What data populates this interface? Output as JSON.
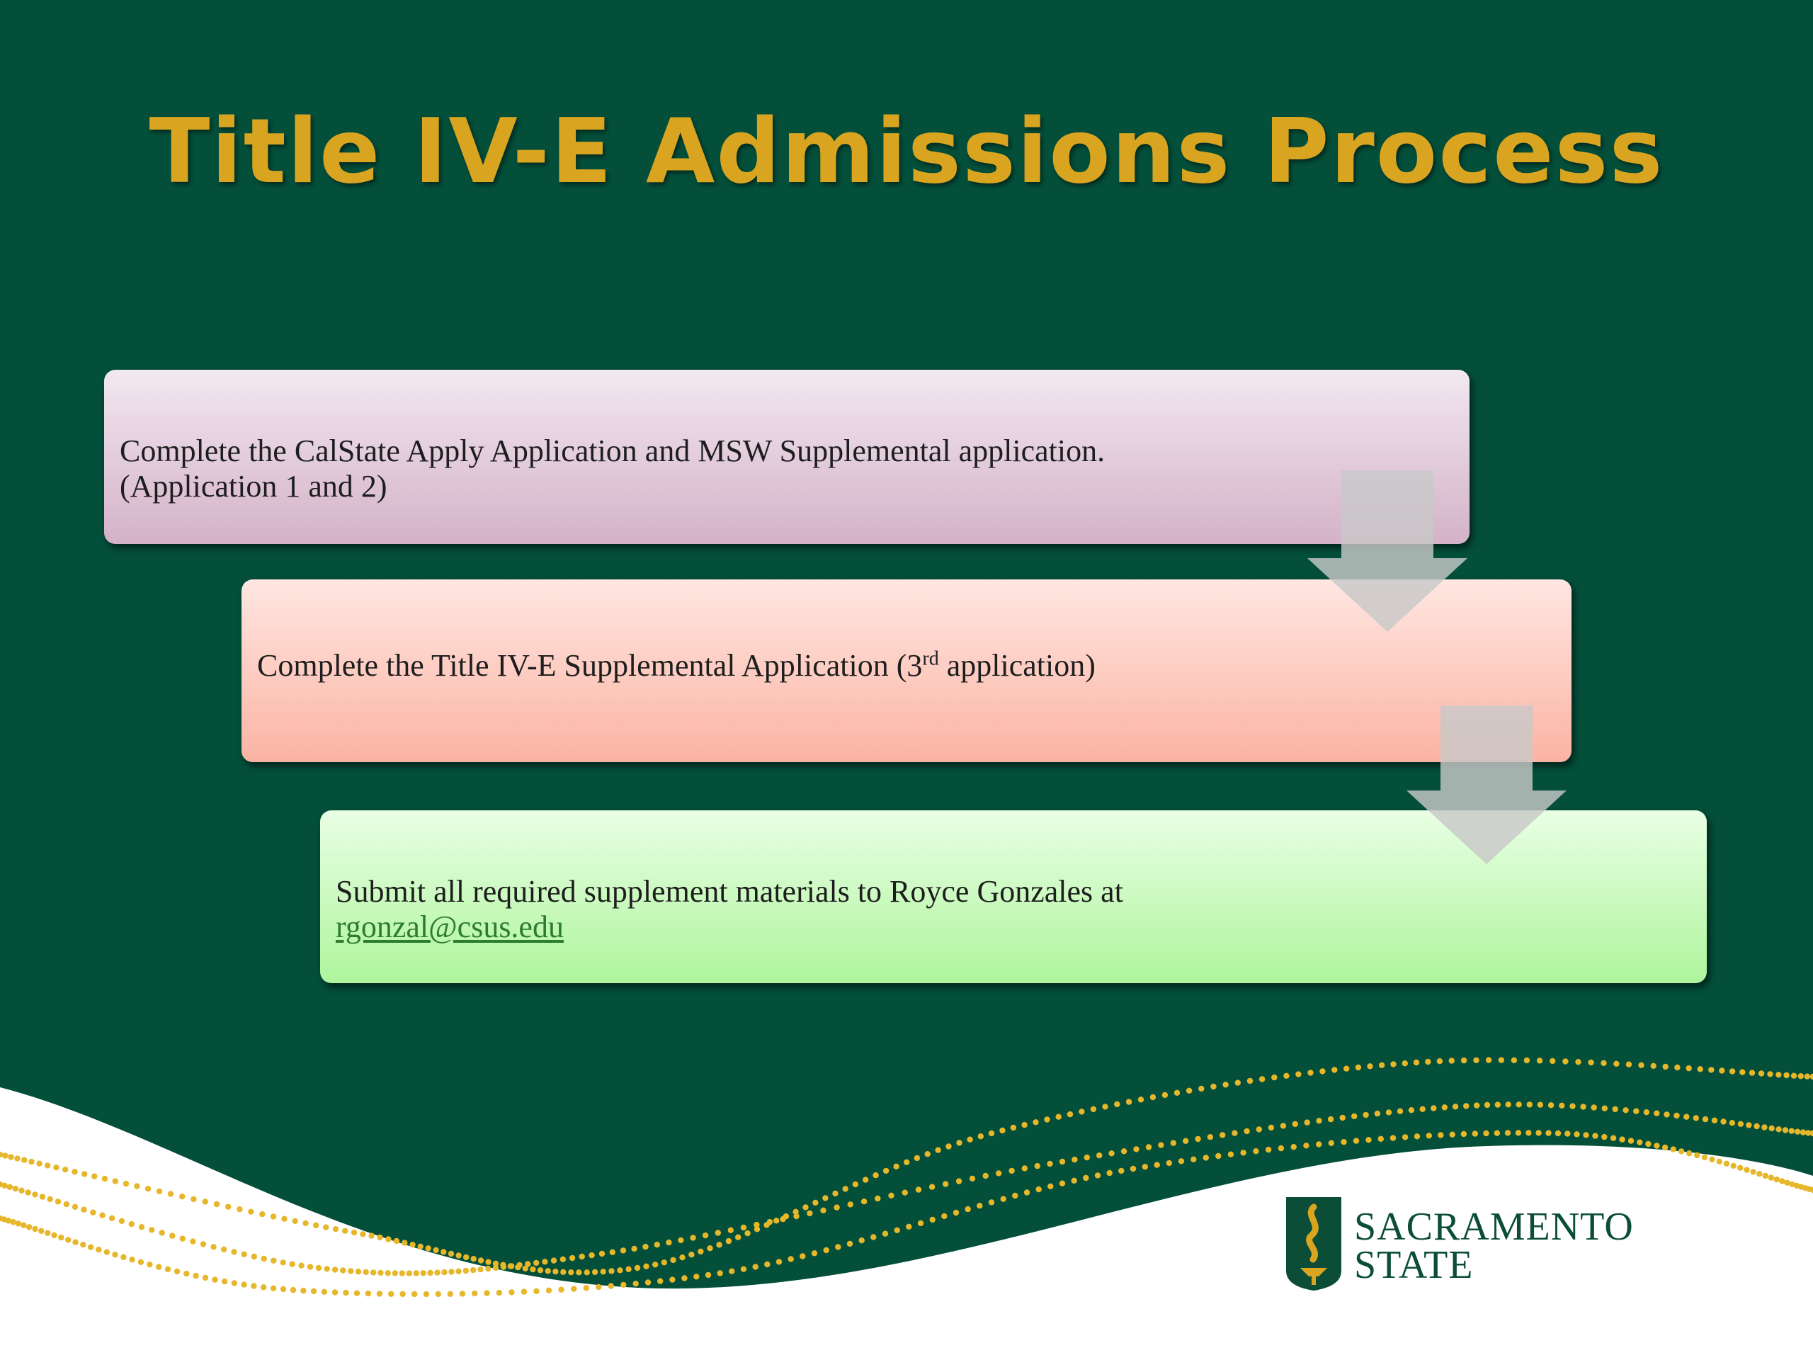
{
  "slide": {
    "title": "Title IV-E Admissions Process",
    "colors": {
      "background": "#034f3a",
      "title": "#d9a521",
      "dots": "#e6b72a",
      "logo": "#0b4d36"
    }
  },
  "steps": [
    {
      "text": "Complete the CalState Apply Application and MSW Supplemental application. (Application 1 and 2)",
      "color_top": "#f2e8f0",
      "color_bottom": "#d4b2c8"
    },
    {
      "text_before": "Complete the Title IV-E Supplemental Application (3",
      "superscript": "rd",
      "text_after": " application)",
      "color_top": "#ffe7e2",
      "color_bottom": "#fbb3a3"
    },
    {
      "text": "Submit all required supplement materials to Royce Gonzales at",
      "link": "rgonzal@csus.edu",
      "color_top": "#e9ffe5",
      "color_bottom": "#aef59c"
    }
  ],
  "arrows": [
    {
      "icon": "down-arrow-icon"
    },
    {
      "icon": "down-arrow-icon"
    }
  ],
  "logo": {
    "line1": "SACRAMENTO",
    "line2": "STATE",
    "icon": "torch-logo-icon"
  }
}
